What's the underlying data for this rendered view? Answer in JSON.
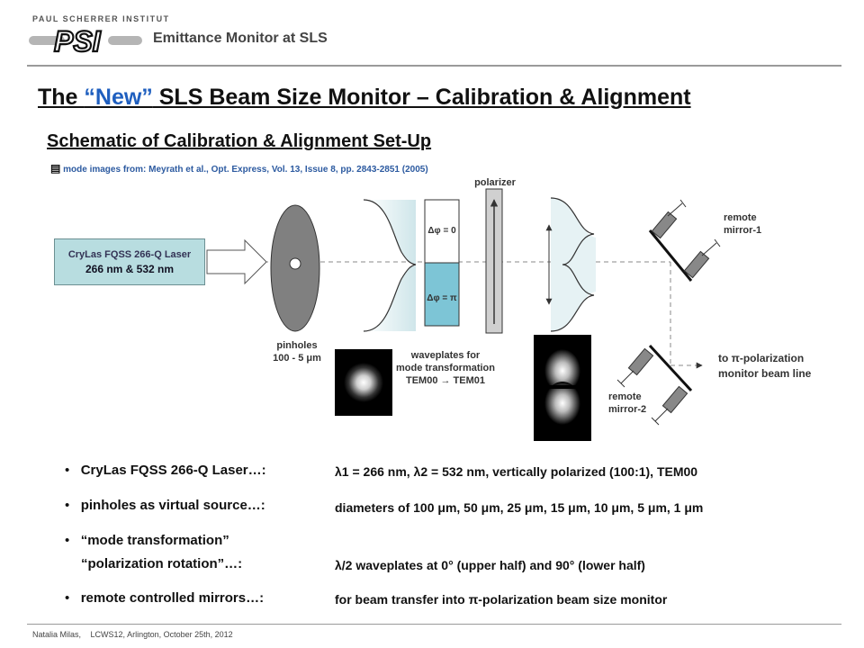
{
  "header": {
    "org_name": "PAUL SCHERRER INSTITUT",
    "logo_text": "PSI",
    "subtitle": "Emittance Monitor at SLS"
  },
  "title": {
    "part1": "The ",
    "part_new": "“New”",
    "part2": " SLS Beam Size Monitor   –   Calibration & Alignment"
  },
  "section": {
    "heading": "Schematic of Calibration & Alignment Set-Up",
    "reference": "mode images from:   Meyrath et al., Opt. Express, Vol. 13, Issue 8, pp. 2843-2851 (2005)"
  },
  "diagram": {
    "laser_line1": "CryLas FQSS 266-Q Laser",
    "laser_line2": "266 nm & 532 nm",
    "pinholes_line1": "pinholes",
    "pinholes_line2": "100 - 5 μm",
    "polarizer": "polarizer",
    "phase_top": "Δφ = 0",
    "phase_bottom": "Δφ = π",
    "waveplates_line1": "waveplates for",
    "waveplates_line2": "mode transformation",
    "waveplates_line3": "TEM00 → TEM01",
    "mirror1_line1": "remote",
    "mirror1_line2": "mirror-1",
    "mirror2_line1": "remote",
    "mirror2_line2": "mirror-2",
    "to_line1": "to π-polarization",
    "to_line2": "monitor beam line"
  },
  "bullets": [
    {
      "left": "CryLas FQSS 266-Q Laser…:",
      "right": "λ1 = 266 nm, λ2 = 532 nm, vertically polarized (100:1), TEM00"
    },
    {
      "left": "pinholes as virtual source…:",
      "right": "diameters of   100 μm, 50 μm, 25 μm, 15 μm, 10 μm, 5 μm, 1 μm"
    },
    {
      "left_line1": "“mode transformation”",
      "left_line2": "“polarization rotation”…:",
      "right": "λ/2 waveplates at 0° (upper half) and 90° (lower half)"
    },
    {
      "left": "remote controlled mirrors…:",
      "right": "for beam transfer into π-polarization beam size monitor"
    }
  ],
  "footer": {
    "author": "Natalia Milas,",
    "event": "LCWS12, Arlington, October 25th, 2012"
  }
}
